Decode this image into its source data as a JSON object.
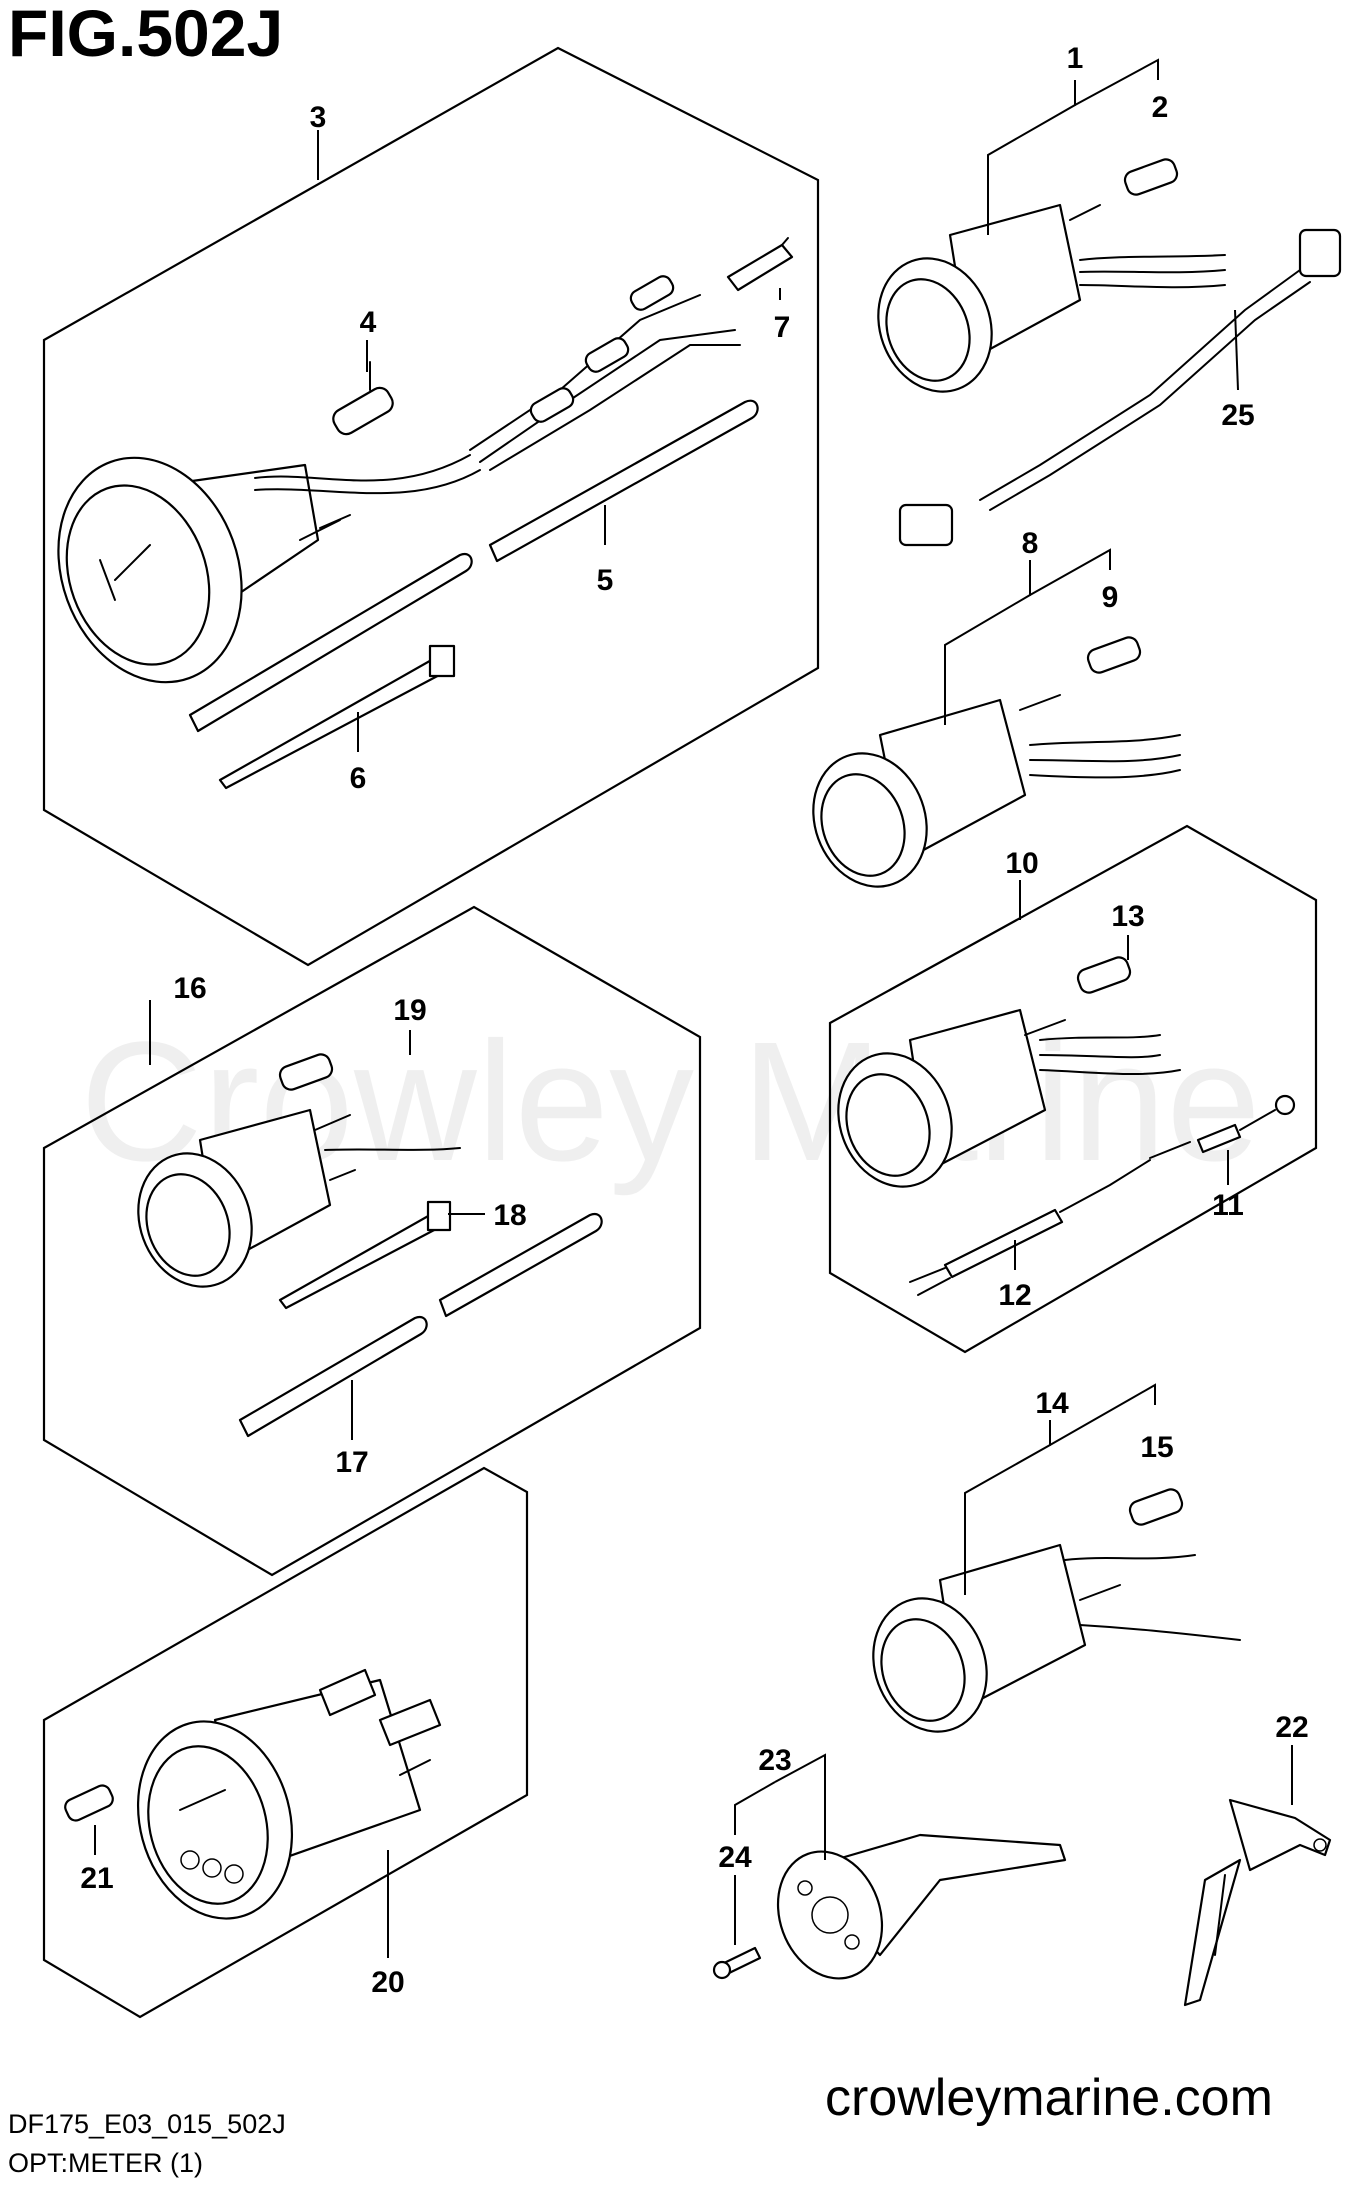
{
  "figure_title": "FIG.502J",
  "watermark": "Crowley Marine",
  "footer": {
    "code": "DF175_E03_015_502J",
    "subtitle": "OPT:METER (1)",
    "website": "crowleymarine.com"
  },
  "callouts": [
    "1",
    "2",
    "3",
    "4",
    "5",
    "6",
    "7",
    "8",
    "9",
    "10",
    "11",
    "12",
    "13",
    "14",
    "15",
    "16",
    "17",
    "18",
    "19",
    "20",
    "21",
    "22",
    "23",
    "24",
    "25"
  ]
}
